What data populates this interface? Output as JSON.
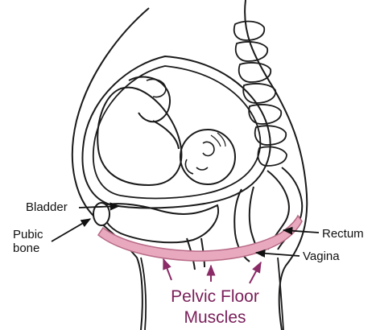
{
  "labels": {
    "bladder": "Bladder",
    "pubic_line1": "Pubic",
    "pubic_line2": "bone",
    "rectum": "Rectum",
    "vagina": "Vagina",
    "pelvic_line1": "Pelvic Floor",
    "pelvic_line2": "Muscles"
  },
  "colors": {
    "ink": "#1a1a1a",
    "muscle_fill": "#e8a9bf",
    "muscle_stroke": "#b86a86",
    "accent_text": "#7a1f5a",
    "accent_arrow": "#8a2a66"
  }
}
